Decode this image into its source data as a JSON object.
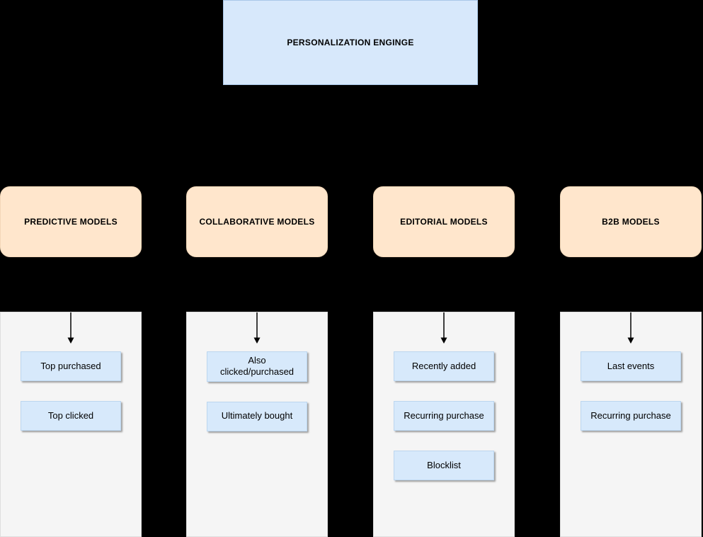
{
  "engine": {
    "label": "PERSONALIZATION ENGINGE"
  },
  "columns": [
    {
      "header": "PREDICTIVE MODELS",
      "items": [
        "Top purchased",
        "Top clicked"
      ]
    },
    {
      "header": "COLLABORATIVE MODELS",
      "items": [
        "Also clicked/purchased",
        "Ultimately bought"
      ]
    },
    {
      "header": "EDITORIAL MODELS",
      "items": [
        "Recently added",
        "Recurring purchase",
        "Blocklist"
      ]
    },
    {
      "header": "B2B MODELS",
      "items": [
        "Last events",
        "Recurring purchase"
      ]
    }
  ],
  "colors": {
    "background": "#000000",
    "engine_fill": "#d7e8fb",
    "category_fill": "#ffe6cc",
    "panel_fill": "#f5f5f5",
    "item_fill": "#d7e9fb"
  }
}
